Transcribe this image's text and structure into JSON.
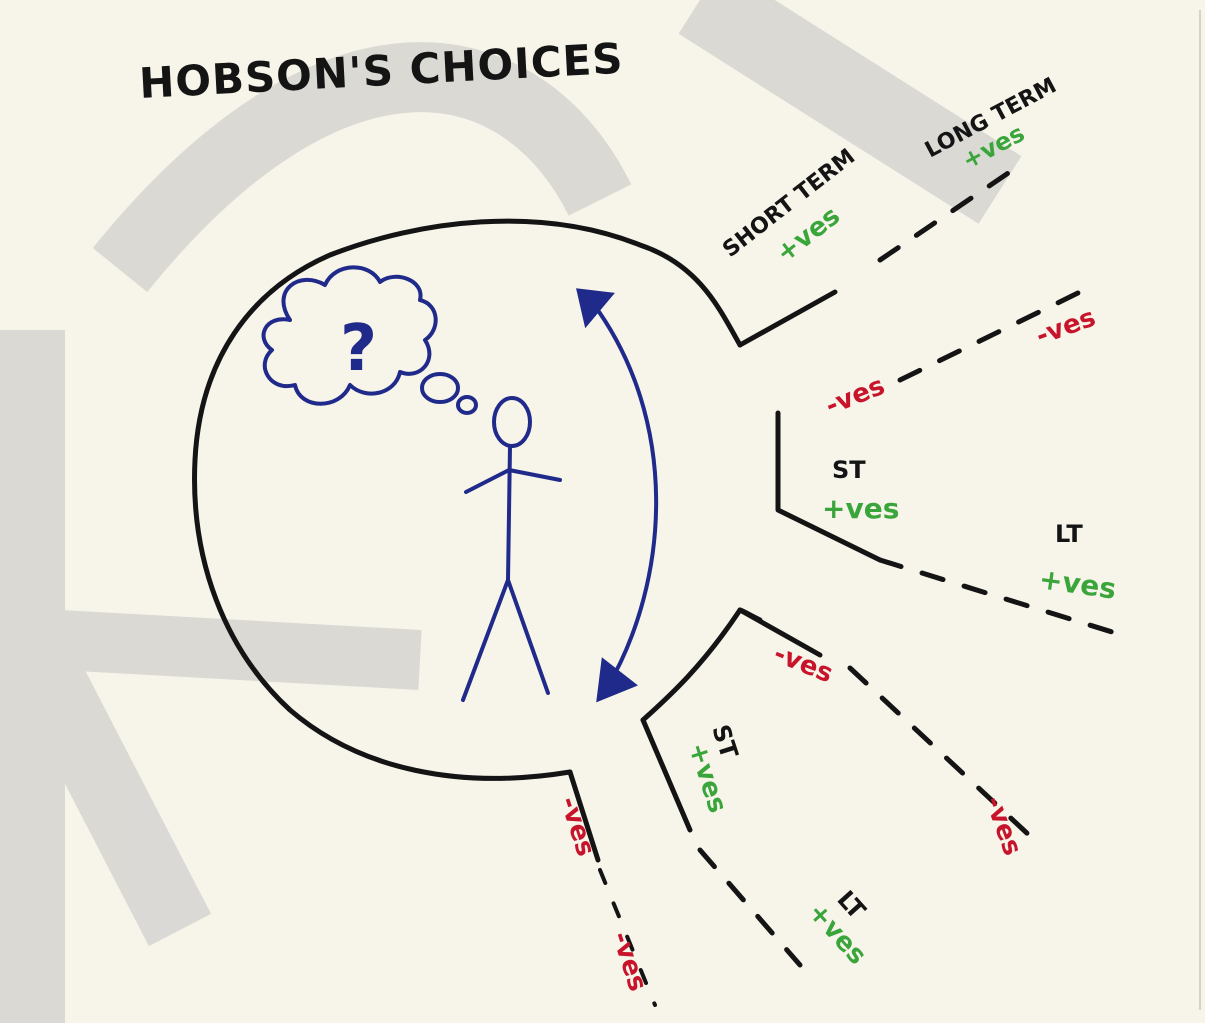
{
  "title": "HOBSON'S CHOICES",
  "thought_symbol": "?",
  "colors": {
    "ink": "#141414",
    "blue": "#1f2a8a",
    "positive": "#3aa53a",
    "negative": "#c8142a",
    "paper": "#f7f4ea",
    "watermark": "#c8c8c8"
  },
  "labels": {
    "short_term": "SHORT TERM",
    "long_term": "LONG TERM",
    "st": "ST",
    "lt": "LT",
    "pos": "+ves",
    "neg": "-ves"
  }
}
